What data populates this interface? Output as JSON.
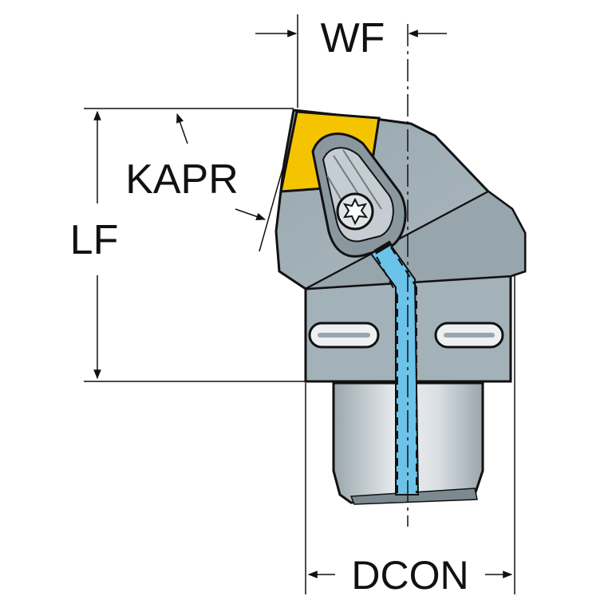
{
  "labels": {
    "wf": "WF",
    "kapr": "KAPR",
    "lf": "LF",
    "dcon": "DCON"
  },
  "colors": {
    "body_dark": "#8c9aa2",
    "body_light": "#a7b4bb",
    "body_lower": "#a2b0b8",
    "shank_light": "#e8ecef",
    "shank_dark": "#9aa6ad",
    "insert": "#f5c400",
    "coolant": "#6cc3ea",
    "outline": "#111111"
  }
}
